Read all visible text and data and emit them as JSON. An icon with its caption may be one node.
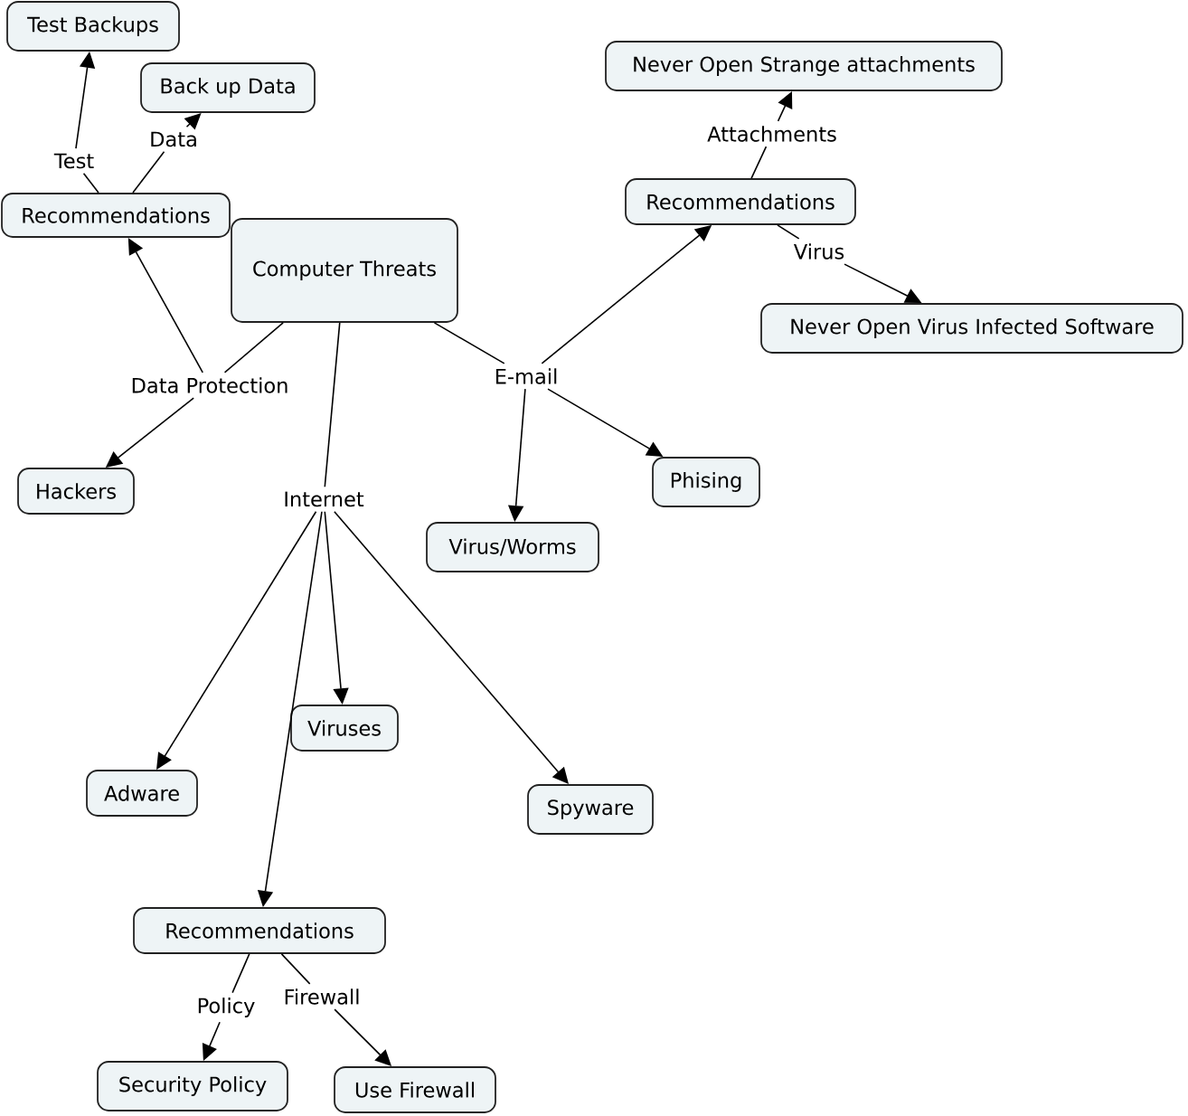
{
  "diagram": {
    "nodes": [
      {
        "text": [
          "Test Backups"
        ]
      },
      {
        "text": [
          "Back up Data"
        ]
      },
      {
        "text": [
          "Never Open Strange attachments"
        ]
      },
      {
        "text": [
          "Test"
        ]
      },
      {
        "text": [
          "Data"
        ]
      },
      {
        "text": [
          "Attachments"
        ]
      },
      {
        "text": [
          "Recommendations"
        ]
      },
      {
        "text": [
          "Recommendations"
        ]
      },
      {
        "text": [
          "Computer Threats"
        ]
      },
      {
        "text": [
          "Virus"
        ]
      },
      {
        "text": [
          "Never Open Virus Infected Software"
        ]
      },
      {
        "text": [
          "Data Protection"
        ]
      },
      {
        "text": [
          "E-mail"
        ]
      },
      {
        "text": [
          "Hackers"
        ]
      },
      {
        "text": [
          "Phising"
        ]
      },
      {
        "text": [
          "Internet"
        ]
      },
      {
        "text": [
          "Virus/Worms"
        ]
      },
      {
        "text": [
          "Viruses"
        ]
      },
      {
        "text": [
          "Adware"
        ]
      },
      {
        "text": [
          "Spyware"
        ]
      },
      {
        "text": [
          "Recommendations"
        ]
      },
      {
        "text": [
          "Policy"
        ]
      },
      {
        "text": [
          "Firewall"
        ]
      },
      {
        "text": [
          "Security Policy"
        ]
      },
      {
        "text": [
          "Use Firewall"
        ]
      }
    ],
    "edges": [
      {
        "from": 8,
        "to": 11,
        "arrow": "none"
      },
      {
        "from": 11,
        "to": 6,
        "arrow": "to"
      },
      {
        "from": 11,
        "to": 13,
        "arrow": "to"
      },
      {
        "from": 8,
        "to": 12,
        "arrow": "none"
      },
      {
        "from": 12,
        "to": 7,
        "arrow": "to"
      },
      {
        "from": 12,
        "to": 16,
        "arrow": "to"
      },
      {
        "from": 12,
        "to": 14,
        "arrow": "to"
      },
      {
        "from": 8,
        "to": 15,
        "arrow": "none"
      },
      {
        "from": 15,
        "to": 18,
        "arrow": "to"
      },
      {
        "from": 15,
        "to": 17,
        "arrow": "to"
      },
      {
        "from": 15,
        "to": 19,
        "arrow": "to"
      },
      {
        "from": 15,
        "to": 20,
        "arrow": "to"
      },
      {
        "from": 6,
        "to": 3,
        "arrow": "none"
      },
      {
        "from": 3,
        "to": 0,
        "arrow": "to"
      },
      {
        "from": 6,
        "to": 4,
        "arrow": "none"
      },
      {
        "from": 4,
        "to": 1,
        "arrow": "to"
      },
      {
        "from": 7,
        "to": 5,
        "arrow": "none"
      },
      {
        "from": 5,
        "to": 2,
        "arrow": "to"
      },
      {
        "from": 7,
        "to": 9,
        "arrow": "none"
      },
      {
        "from": 9,
        "to": 10,
        "arrow": "to"
      },
      {
        "from": 20,
        "to": 21,
        "arrow": "none"
      },
      {
        "from": 21,
        "to": 23,
        "arrow": "to"
      },
      {
        "from": 20,
        "to": 22,
        "arrow": "none"
      },
      {
        "from": 22,
        "to": 24,
        "arrow": "to"
      }
    ]
  }
}
